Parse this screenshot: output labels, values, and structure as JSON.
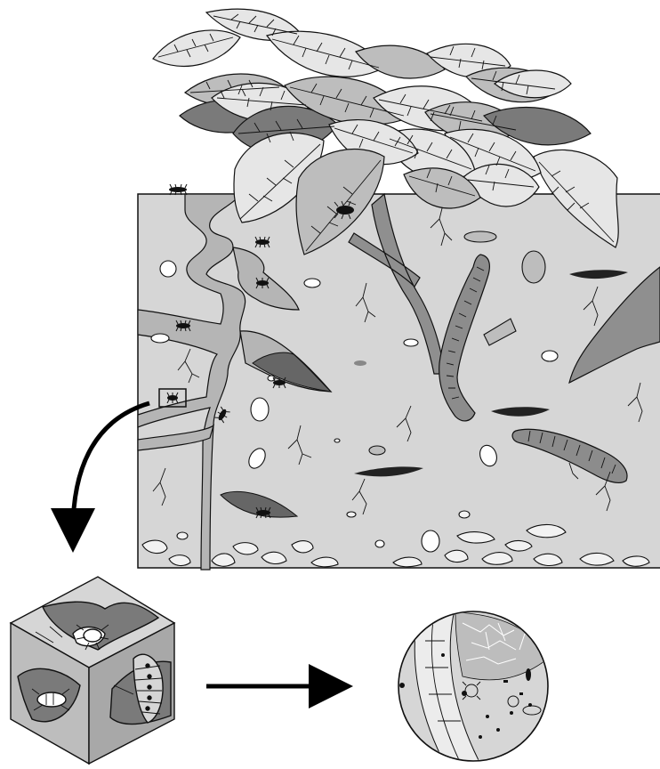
{
  "figure": {
    "caption": "",
    "panels": [
      "soil-profile-with-leaf-litter",
      "soil-cube-zoom",
      "microscopic-soil-view"
    ],
    "palette": {
      "soil": "#d6d6d6",
      "channel": "#b5b5b5",
      "leaf_light": "#e6e6e6",
      "leaf_mid": "#bdbdbd",
      "leaf_dark": "#7a7a7a",
      "root": "#8f8f8f",
      "worm": "#8c8c8c",
      "outline": "#111111"
    }
  }
}
